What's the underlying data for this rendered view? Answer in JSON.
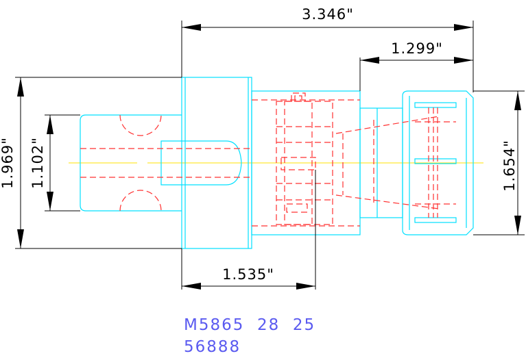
{
  "dimensions": {
    "overall_length": "3.346\"",
    "connector_length": "1.299\"",
    "hex_to_center": "1.535\"",
    "overall_height": "1.969\"",
    "port_height": "1.102\"",
    "connector_height": "1.654\""
  },
  "part_numbers": {
    "line1": "M5865  28  25",
    "line2": "56888"
  },
  "colors": {
    "outline": "#00e0ff",
    "hidden_lines": "#ff3030",
    "centerline": "#ffe000",
    "dimension": "#000000",
    "part_text": "#5a5af0"
  }
}
